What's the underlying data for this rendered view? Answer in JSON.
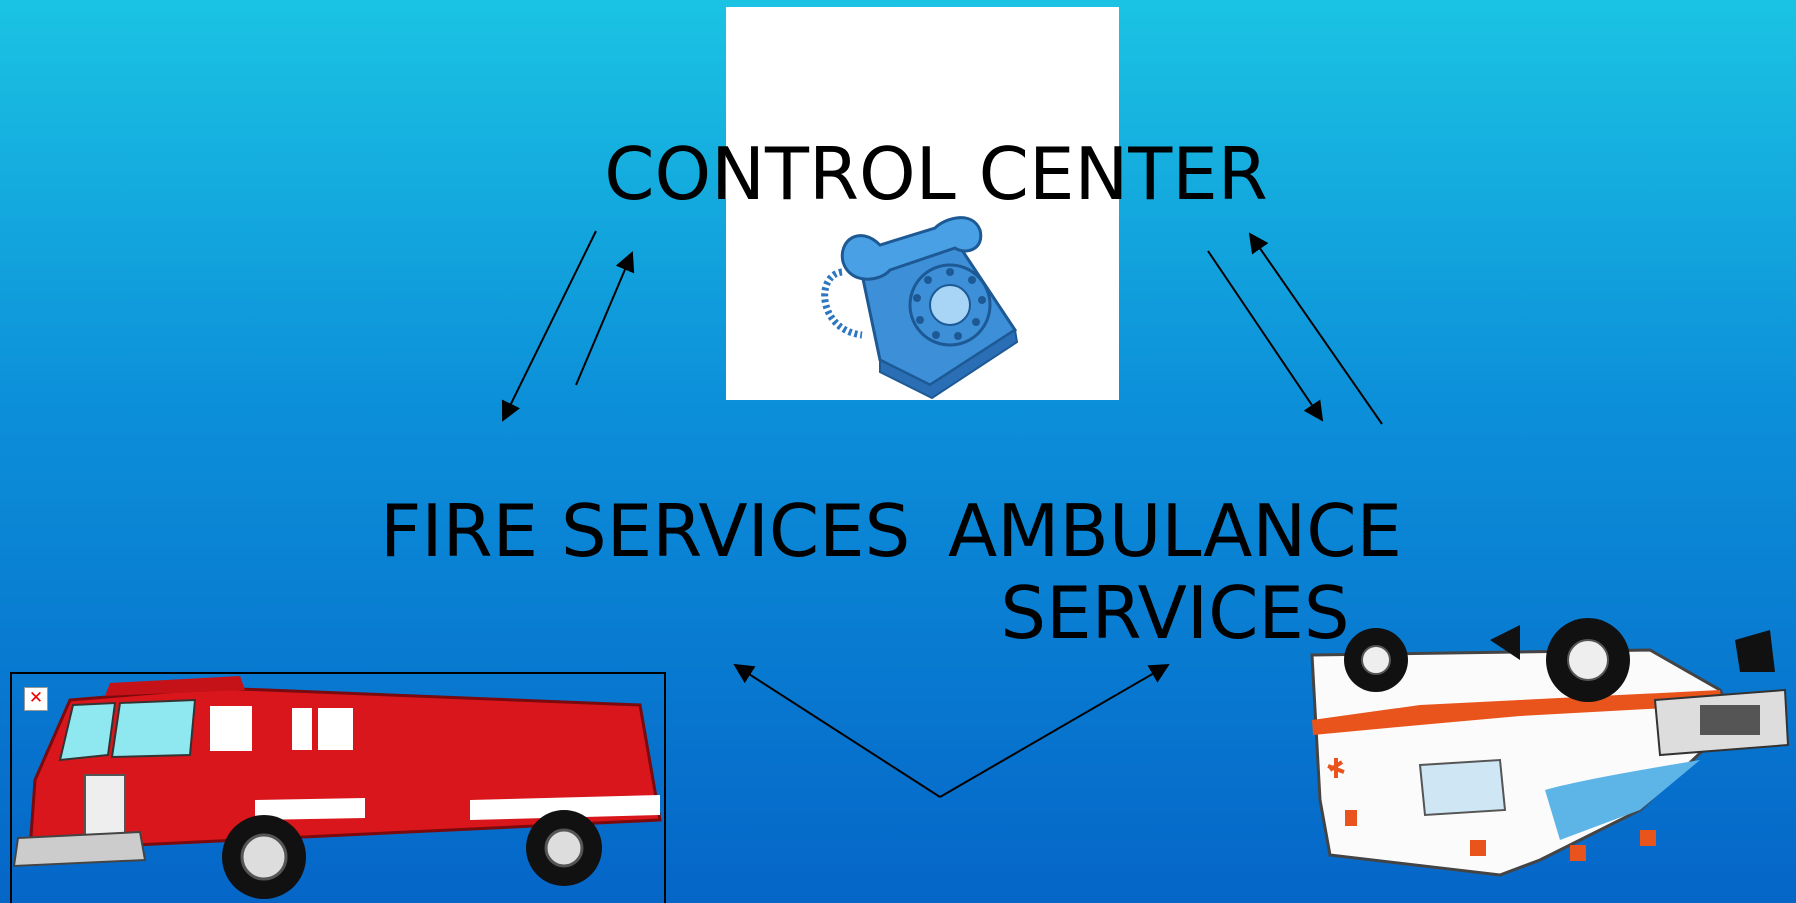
{
  "diagram": {
    "nodes": {
      "control_center": "CONTROL CENTER",
      "fire_services": "FIRE SERVICES",
      "ambulance_services_line1": "AMBULANCE",
      "ambulance_services_line2": "SERVICES"
    },
    "edges": [
      {
        "from": "control_center",
        "to": "fire_services"
      },
      {
        "from": "fire_services",
        "to": "control_center"
      },
      {
        "from": "control_center",
        "to": "ambulance_services"
      },
      {
        "from": "ambulance_services",
        "to": "control_center"
      },
      {
        "from": "fire_services",
        "to": "ambulance_services"
      },
      {
        "from": "ambulance_services",
        "to": "fire_services"
      }
    ],
    "icons": [
      "rotary-phone-icon",
      "fire-truck-icon",
      "ambulance-icon",
      "broken-image-icon"
    ]
  },
  "colors": {
    "background_top": "#1bc3e3",
    "background_bottom": "#0566c8",
    "phone": "#3d8fd8",
    "fire_truck": "#d9161c",
    "ambulance_stripe": "#e8541c"
  }
}
